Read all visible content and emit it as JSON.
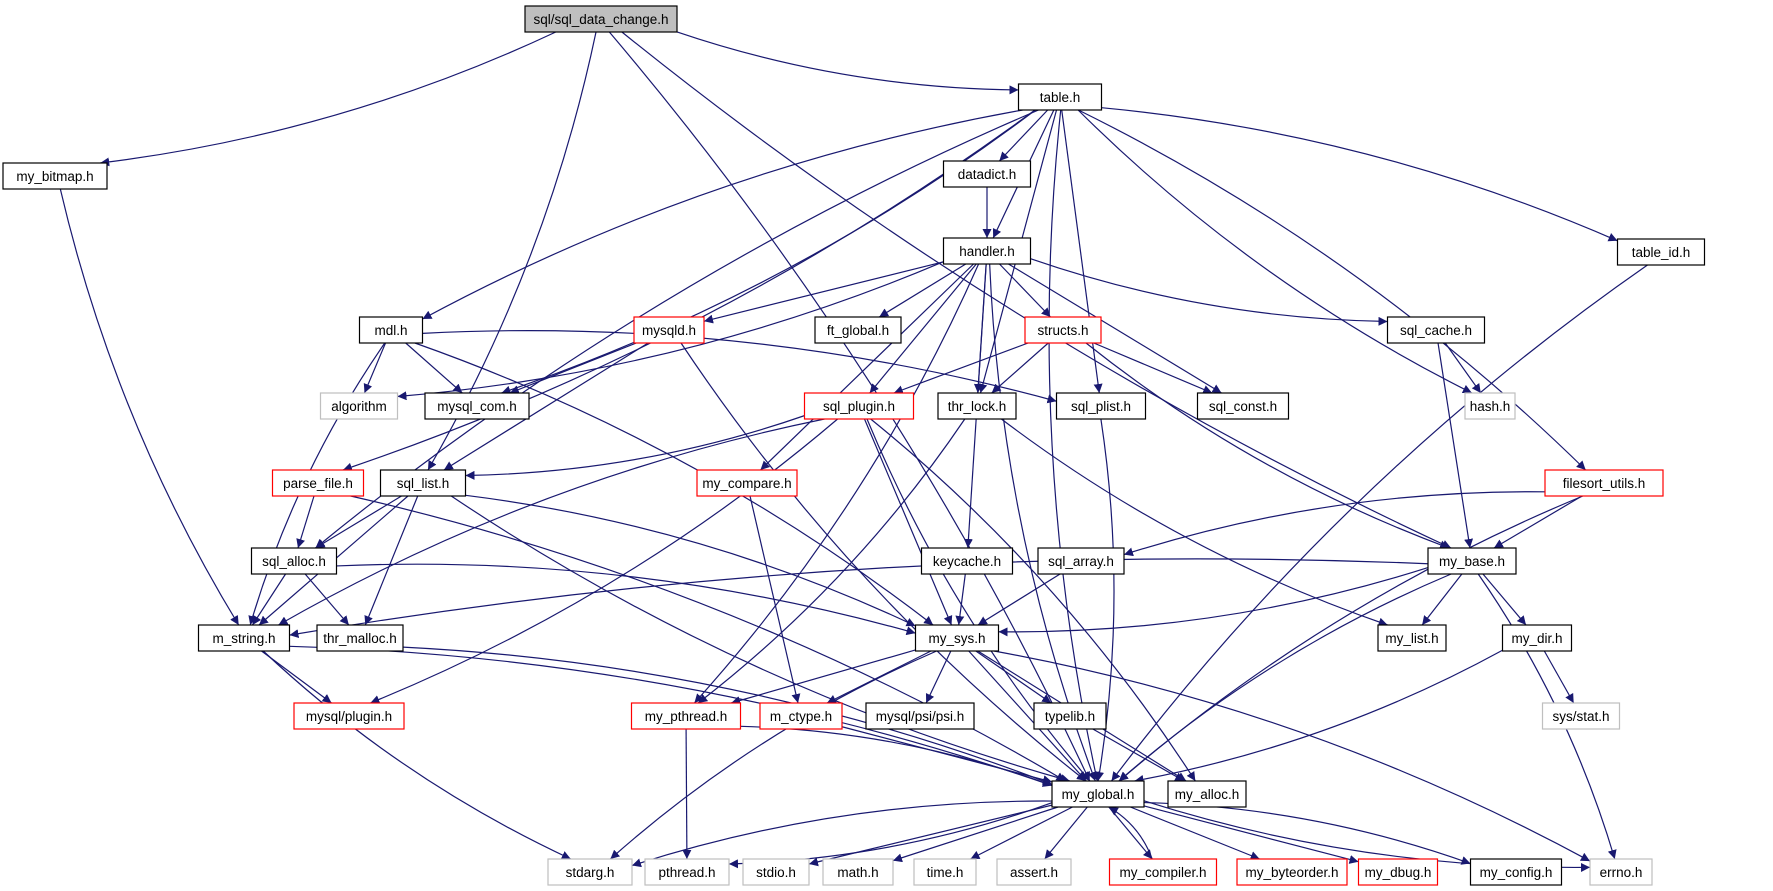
{
  "graph": {
    "colors": {
      "edge": "#191970",
      "box_normal": "#000000",
      "box_truncated": "#ff0000",
      "box_external": "#bfbfbf",
      "root_fill": "#bfbfbf",
      "fill": "#ffffff"
    },
    "nodes": [
      {
        "id": "root",
        "label": "sql/sql_data_change.h",
        "style": "root"
      },
      {
        "id": "my_bitmap",
        "label": "my_bitmap.h",
        "style": "normal"
      },
      {
        "id": "table",
        "label": "table.h",
        "style": "normal"
      },
      {
        "id": "datadict",
        "label": "datadict.h",
        "style": "normal"
      },
      {
        "id": "table_id",
        "label": "table_id.h",
        "style": "normal"
      },
      {
        "id": "handler",
        "label": "handler.h",
        "style": "normal"
      },
      {
        "id": "mdl",
        "label": "mdl.h",
        "style": "normal"
      },
      {
        "id": "mysqld",
        "label": "mysqld.h",
        "style": "truncated"
      },
      {
        "id": "ft_global",
        "label": "ft_global.h",
        "style": "normal"
      },
      {
        "id": "structs",
        "label": "structs.h",
        "style": "truncated"
      },
      {
        "id": "sql_cache",
        "label": "sql_cache.h",
        "style": "normal"
      },
      {
        "id": "algorithm",
        "label": "algorithm",
        "style": "external"
      },
      {
        "id": "mysql_com",
        "label": "mysql_com.h",
        "style": "normal"
      },
      {
        "id": "sql_plugin",
        "label": "sql_plugin.h",
        "style": "truncated"
      },
      {
        "id": "thr_lock",
        "label": "thr_lock.h",
        "style": "normal"
      },
      {
        "id": "sql_plist",
        "label": "sql_plist.h",
        "style": "normal"
      },
      {
        "id": "sql_const",
        "label": "sql_const.h",
        "style": "normal"
      },
      {
        "id": "hash",
        "label": "hash.h",
        "style": "external"
      },
      {
        "id": "parse_file",
        "label": "parse_file.h",
        "style": "truncated"
      },
      {
        "id": "sql_list",
        "label": "sql_list.h",
        "style": "normal"
      },
      {
        "id": "my_compare",
        "label": "my_compare.h",
        "style": "truncated"
      },
      {
        "id": "filesort_utils",
        "label": "filesort_utils.h",
        "style": "truncated"
      },
      {
        "id": "sql_alloc",
        "label": "sql_alloc.h",
        "style": "normal"
      },
      {
        "id": "keycache",
        "label": "keycache.h",
        "style": "normal"
      },
      {
        "id": "sql_array",
        "label": "sql_array.h",
        "style": "normal"
      },
      {
        "id": "my_base",
        "label": "my_base.h",
        "style": "normal"
      },
      {
        "id": "m_string",
        "label": "m_string.h",
        "style": "normal"
      },
      {
        "id": "thr_malloc",
        "label": "thr_malloc.h",
        "style": "normal"
      },
      {
        "id": "my_sys",
        "label": "my_sys.h",
        "style": "normal"
      },
      {
        "id": "my_list",
        "label": "my_list.h",
        "style": "normal"
      },
      {
        "id": "my_dir",
        "label": "my_dir.h",
        "style": "normal"
      },
      {
        "id": "mysql_plugin",
        "label": "mysql/plugin.h",
        "style": "truncated"
      },
      {
        "id": "my_pthread",
        "label": "my_pthread.h",
        "style": "truncated"
      },
      {
        "id": "m_ctype",
        "label": "m_ctype.h",
        "style": "truncated"
      },
      {
        "id": "psi",
        "label": "mysql/psi/psi.h",
        "style": "normal"
      },
      {
        "id": "typelib",
        "label": "typelib.h",
        "style": "normal"
      },
      {
        "id": "sys_stat",
        "label": "sys/stat.h",
        "style": "external"
      },
      {
        "id": "my_global",
        "label": "my_global.h",
        "style": "normal"
      },
      {
        "id": "my_alloc",
        "label": "my_alloc.h",
        "style": "normal"
      },
      {
        "id": "stdarg",
        "label": "stdarg.h",
        "style": "external"
      },
      {
        "id": "pthread",
        "label": "pthread.h",
        "style": "external"
      },
      {
        "id": "stdio",
        "label": "stdio.h",
        "style": "external"
      },
      {
        "id": "math",
        "label": "math.h",
        "style": "external"
      },
      {
        "id": "time",
        "label": "time.h",
        "style": "external"
      },
      {
        "id": "assert",
        "label": "assert.h",
        "style": "external"
      },
      {
        "id": "my_compiler",
        "label": "my_compiler.h",
        "style": "truncated"
      },
      {
        "id": "my_byteorder",
        "label": "my_byteorder.h",
        "style": "truncated"
      },
      {
        "id": "my_dbug",
        "label": "my_dbug.h",
        "style": "truncated"
      },
      {
        "id": "my_config",
        "label": "my_config.h",
        "style": "normal"
      },
      {
        "id": "errno",
        "label": "errno.h",
        "style": "external"
      }
    ],
    "edges": [
      [
        "root",
        "my_bitmap"
      ],
      [
        "root",
        "table"
      ],
      [
        "root",
        "sql_list"
      ],
      [
        "root",
        "my_base"
      ],
      [
        "root",
        "my_global"
      ],
      [
        "my_bitmap",
        "m_string"
      ],
      [
        "table",
        "datadict"
      ],
      [
        "table",
        "handler"
      ],
      [
        "table",
        "table_id"
      ],
      [
        "table",
        "mdl"
      ],
      [
        "table",
        "mysql_com"
      ],
      [
        "table",
        "thr_lock"
      ],
      [
        "table",
        "sql_plist"
      ],
      [
        "table",
        "hash"
      ],
      [
        "table",
        "parse_file"
      ],
      [
        "table",
        "sql_alloc"
      ],
      [
        "table",
        "filesort_utils"
      ],
      [
        "table",
        "my_global"
      ],
      [
        "datadict",
        "handler"
      ],
      [
        "table_id",
        "my_global"
      ],
      [
        "handler",
        "mysqld"
      ],
      [
        "handler",
        "ft_global"
      ],
      [
        "handler",
        "structs"
      ],
      [
        "handler",
        "sql_cache"
      ],
      [
        "handler",
        "algorithm"
      ],
      [
        "handler",
        "sql_plugin"
      ],
      [
        "handler",
        "thr_lock"
      ],
      [
        "handler",
        "sql_const"
      ],
      [
        "handler",
        "my_compare"
      ],
      [
        "handler",
        "keycache"
      ],
      [
        "handler",
        "my_pthread"
      ],
      [
        "handler",
        "my_global"
      ],
      [
        "mdl",
        "algorithm"
      ],
      [
        "mdl",
        "mysql_com"
      ],
      [
        "mdl",
        "sql_plist"
      ],
      [
        "mdl",
        "m_string"
      ],
      [
        "mdl",
        "my_sys"
      ],
      [
        "mysqld",
        "mysql_com"
      ],
      [
        "mysqld",
        "sql_list"
      ],
      [
        "mysqld",
        "my_global"
      ],
      [
        "structs",
        "sql_plugin"
      ],
      [
        "structs",
        "thr_lock"
      ],
      [
        "structs",
        "sql_const"
      ],
      [
        "structs",
        "my_base"
      ],
      [
        "sql_cache",
        "hash"
      ],
      [
        "sql_cache",
        "my_base"
      ],
      [
        "sql_plugin",
        "sql_list"
      ],
      [
        "sql_plugin",
        "m_string"
      ],
      [
        "sql_plugin",
        "mysql_plugin"
      ],
      [
        "sql_plugin",
        "my_sys"
      ],
      [
        "sql_plugin",
        "my_alloc"
      ],
      [
        "sql_plugin",
        "my_global"
      ],
      [
        "thr_lock",
        "my_pthread"
      ],
      [
        "thr_lock",
        "my_list"
      ],
      [
        "sql_plist",
        "my_global"
      ],
      [
        "parse_file",
        "sql_alloc"
      ],
      [
        "parse_file",
        "my_global"
      ],
      [
        "sql_list",
        "sql_alloc"
      ],
      [
        "sql_list",
        "m_string"
      ],
      [
        "sql_list",
        "thr_malloc"
      ],
      [
        "sql_list",
        "my_sys"
      ],
      [
        "sql_list",
        "my_global"
      ],
      [
        "my_compare",
        "m_ctype"
      ],
      [
        "filesort_utils",
        "sql_array"
      ],
      [
        "filesort_utils",
        "my_base"
      ],
      [
        "filesort_utils",
        "my_global"
      ],
      [
        "sql_alloc",
        "m_string"
      ],
      [
        "sql_alloc",
        "thr_malloc"
      ],
      [
        "sql_alloc",
        "my_sys"
      ],
      [
        "keycache",
        "my_sys"
      ],
      [
        "sql_array",
        "my_sys"
      ],
      [
        "my_base",
        "m_string"
      ],
      [
        "my_base",
        "my_sys"
      ],
      [
        "my_base",
        "my_list"
      ],
      [
        "my_base",
        "my_dir"
      ],
      [
        "my_base",
        "my_global"
      ],
      [
        "my_base",
        "errno"
      ],
      [
        "m_string",
        "mysql_plugin"
      ],
      [
        "m_string",
        "my_global"
      ],
      [
        "m_string",
        "stdarg"
      ],
      [
        "thr_malloc",
        "my_global"
      ],
      [
        "my_sys",
        "my_pthread"
      ],
      [
        "my_sys",
        "m_ctype"
      ],
      [
        "my_sys",
        "psi"
      ],
      [
        "my_sys",
        "typelib"
      ],
      [
        "my_sys",
        "my_global"
      ],
      [
        "my_sys",
        "my_alloc"
      ],
      [
        "my_sys",
        "stdarg"
      ],
      [
        "my_sys",
        "errno"
      ],
      [
        "my_dir",
        "sys_stat"
      ],
      [
        "my_dir",
        "my_global"
      ],
      [
        "my_pthread",
        "pthread"
      ],
      [
        "my_pthread",
        "my_global"
      ],
      [
        "m_ctype",
        "my_global"
      ],
      [
        "typelib",
        "my_alloc"
      ],
      [
        "my_global",
        "stdarg"
      ],
      [
        "my_global",
        "pthread"
      ],
      [
        "my_global",
        "stdio"
      ],
      [
        "my_global",
        "math"
      ],
      [
        "my_global",
        "time"
      ],
      [
        "my_global",
        "assert"
      ],
      [
        "my_global",
        "my_compiler"
      ],
      [
        "my_global",
        "my_byteorder"
      ],
      [
        "my_global",
        "my_dbug"
      ],
      [
        "my_global",
        "my_config"
      ],
      [
        "my_global",
        "errno"
      ],
      [
        "my_compiler",
        "my_global"
      ]
    ]
  }
}
